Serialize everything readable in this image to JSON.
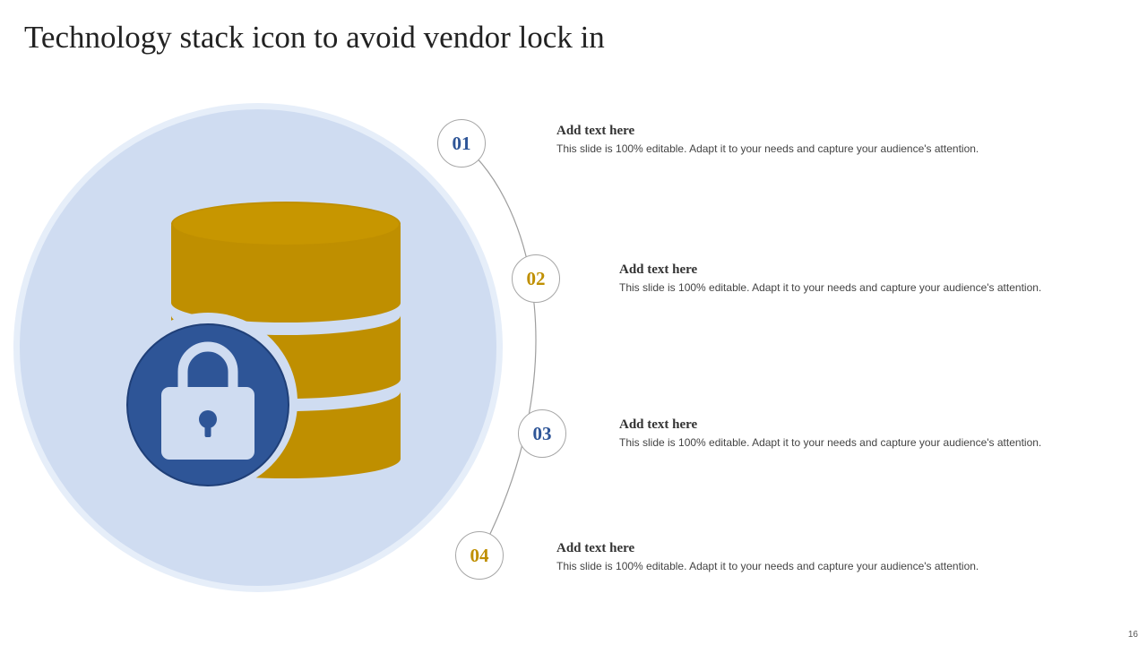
{
  "title": "Technology stack icon to avoid vendor lock in",
  "colors": {
    "blue": "#2e5597",
    "gold": "#bf8f00",
    "circle_fill": "#cfdcf1",
    "circle_glow": "#e3ebf8",
    "connector": "#9e9e9e"
  },
  "illustration": {
    "icons": [
      "database-icon",
      "lock-icon",
      "keyhole-icon"
    ]
  },
  "steps": [
    {
      "number": "01",
      "color": "#2e5597",
      "heading": "Add text here",
      "body": "This slide is 100% editable. Adapt it to your needs and capture your audience's attention."
    },
    {
      "number": "02",
      "color": "#bf8f00",
      "heading": "Add text here",
      "body": "This slide is 100% editable. Adapt it to your needs and capture your audience's attention."
    },
    {
      "number": "03",
      "color": "#2e5597",
      "heading": "Add text here",
      "body": "This slide is 100% editable. Adapt it to your needs and capture your audience's attention."
    },
    {
      "number": "04",
      "color": "#bf8f00",
      "heading": "Add text here",
      "body": "This slide is 100% editable. Adapt it to your needs and capture your audience's attention."
    }
  ],
  "page_number": "16"
}
